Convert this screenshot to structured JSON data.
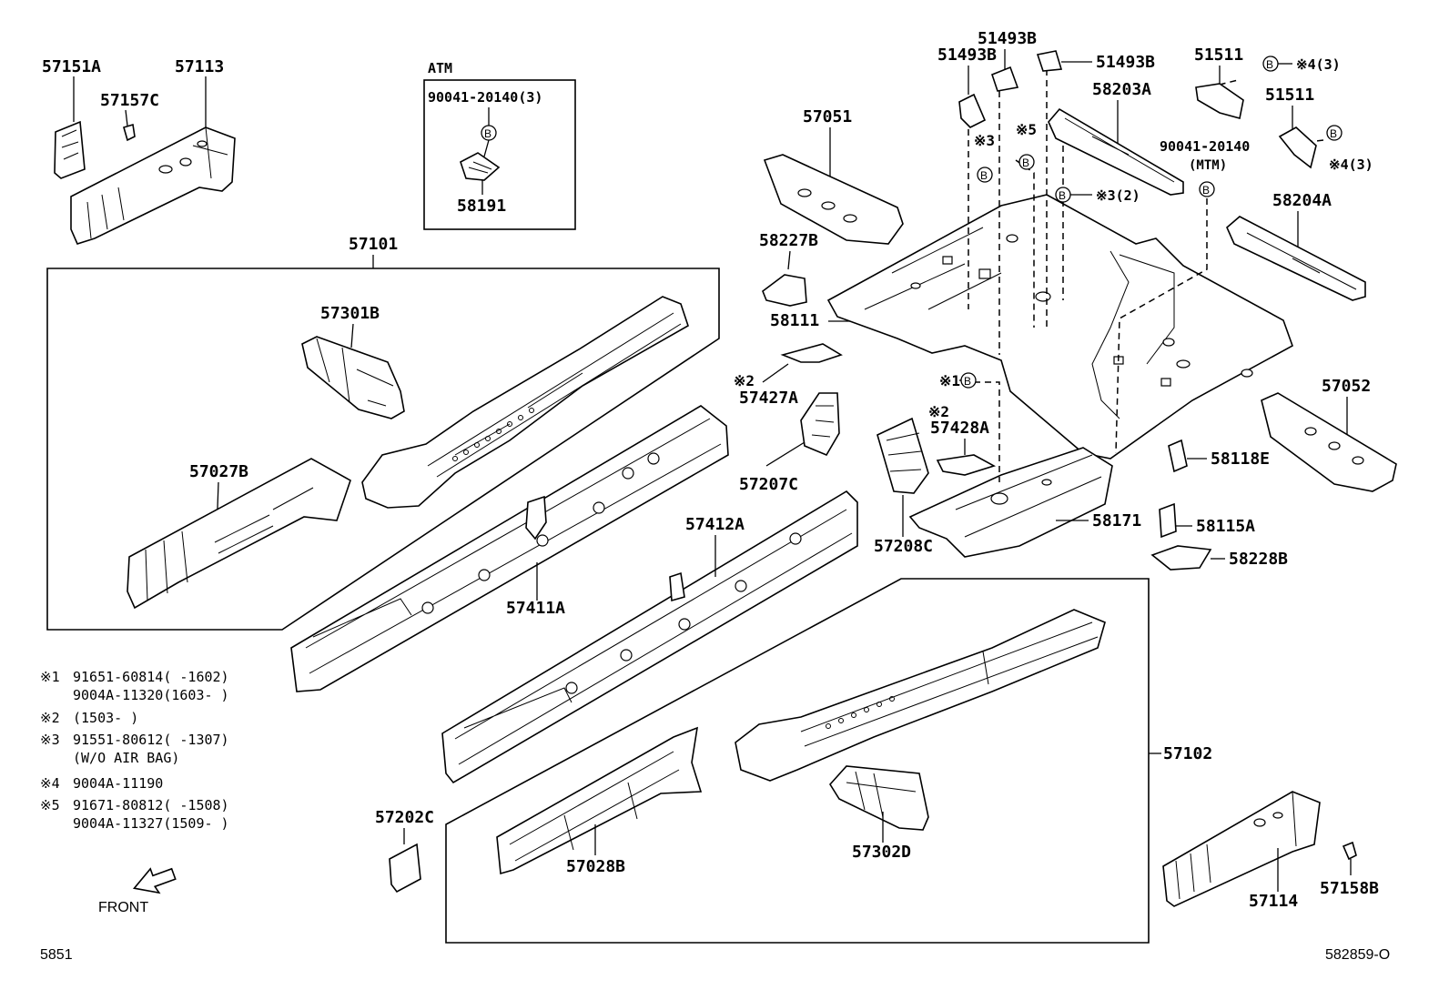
{
  "diagram": {
    "atm_box": {
      "title": "ATM",
      "part": "90041-20140(3)",
      "bolt": "B",
      "clip": "58191"
    },
    "labels": {
      "p57151A": "57151A",
      "p57113": "57113",
      "p57157C": "57157C",
      "p57101": "57101",
      "p57301B": "57301B",
      "p57027B": "57027B",
      "p57411A": "57411A",
      "p57412A": "57412A",
      "p57051": "57051",
      "p58227B": "58227B",
      "p58111": "58111",
      "p57427A": "57427A",
      "p57207C": "57207C",
      "p57208C": "57208C",
      "p57428A": "57428A",
      "p58171": "58171",
      "p51493B_a": "51493B",
      "p51493B_b": "51493B",
      "p51493B_c": "51493B",
      "p58203A": "58203A",
      "p51511_a": "51511",
      "p51511_b": "51511",
      "p90041_mtm": "90041-20140",
      "mtm": "(MTM)",
      "p58204A": "58204A",
      "p57052": "57052",
      "p58118E": "58118E",
      "p58115A": "58115A",
      "p58228B": "58228B",
      "p57102": "57102",
      "p57202C": "57202C",
      "p57028B": "57028B",
      "p57302D": "57302D",
      "p57114": "57114",
      "p57158B": "57158B"
    },
    "refs": {
      "r3": "※3",
      "r5": "※5",
      "r3_2": "※3(2)",
      "r4_3a": "※4(3)",
      "r4_3b": "※4(3)",
      "r2a": "※2",
      "r2b": "※2",
      "r1": "※1",
      "bolt": "B"
    },
    "notes": [
      {
        "mark": "※1",
        "lines": [
          "91651-60814(      -1602)",
          "9004A-11320(1603-      )"
        ]
      },
      {
        "mark": "※2",
        "lines": [
          "(1503-      )"
        ]
      },
      {
        "mark": "※3",
        "lines": [
          "91551-80612(      -1307)",
          "(W/O AIR BAG)"
        ]
      },
      {
        "mark": "※4",
        "lines": [
          "9004A-11190"
        ]
      },
      {
        "mark": "※5",
        "lines": [
          "91671-80812(      -1508)",
          "9004A-11327(1509-      )"
        ]
      }
    ],
    "front_label": "FRONT",
    "footer": {
      "page_code": "5851",
      "illustration_id": "582859-O"
    }
  }
}
